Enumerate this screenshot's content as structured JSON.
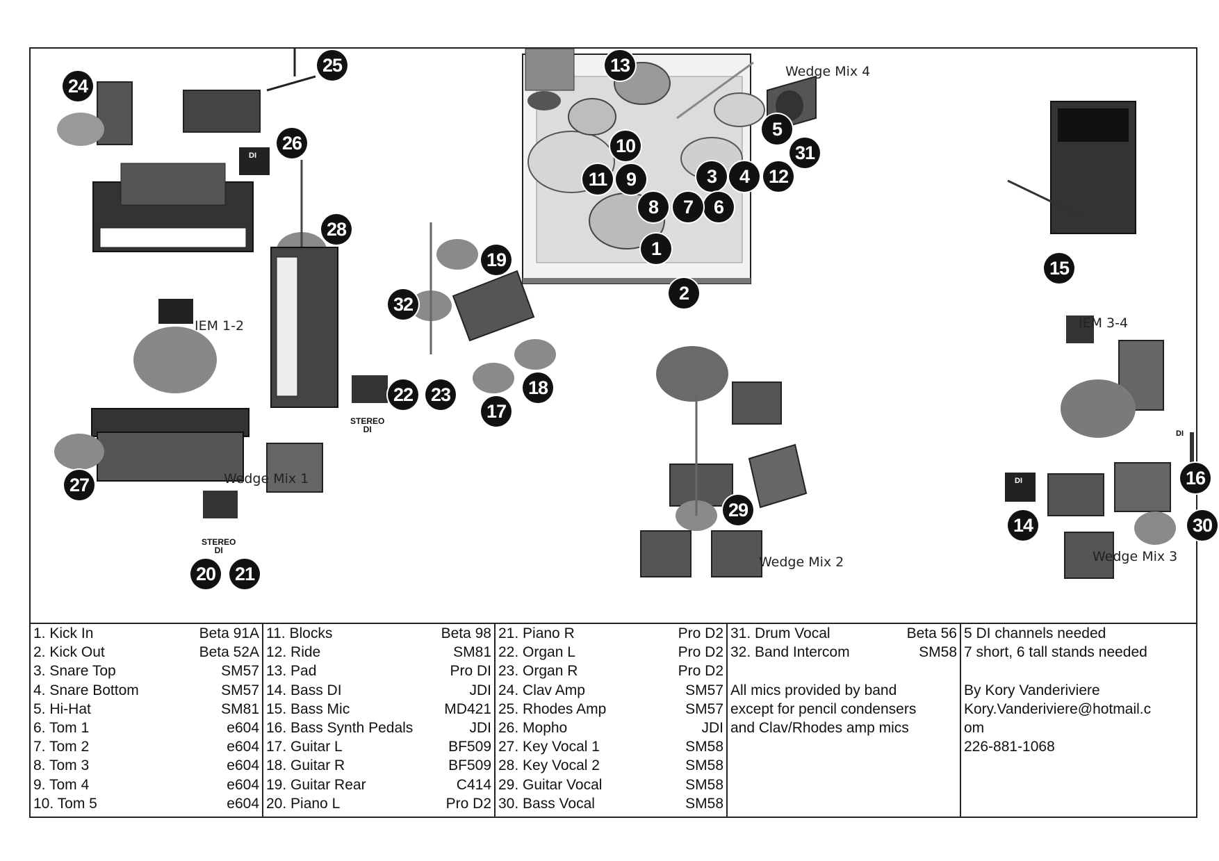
{
  "stage_labels": {
    "wedge_mix_1": "Wedge Mix 1",
    "wedge_mix_2": "Wedge Mix 2",
    "wedge_mix_3": "Wedge Mix 3",
    "wedge_mix_4": "Wedge Mix 4",
    "iem_1_2": "IEM 1-2",
    "iem_3_4": "IEM 3-4",
    "stereo_di_top": "STEREO",
    "stereo_di_bottom": "DI",
    "di_box_text": "DI"
  },
  "badges": [
    "1",
    "2",
    "3",
    "4",
    "5",
    "6",
    "7",
    "8",
    "9",
    "10",
    "11",
    "12",
    "13",
    "14",
    "15",
    "16",
    "17",
    "18",
    "19",
    "20",
    "21",
    "22",
    "23",
    "24",
    "25",
    "26",
    "27",
    "28",
    "29",
    "30",
    "31",
    "32"
  ],
  "legend": {
    "col1": [
      {
        "name": "1. Kick In",
        "mic": "Beta 91A"
      },
      {
        "name": "2. Kick Out",
        "mic": "Beta 52A"
      },
      {
        "name": "3. Snare Top",
        "mic": "SM57"
      },
      {
        "name": "4. Snare Bottom",
        "mic": "SM57"
      },
      {
        "name": "5. Hi-Hat",
        "mic": "SM81"
      },
      {
        "name": "6. Tom 1",
        "mic": "e604"
      },
      {
        "name": "7. Tom 2",
        "mic": "e604"
      },
      {
        "name": "8. Tom 3",
        "mic": "e604"
      },
      {
        "name": "9. Tom 4",
        "mic": "e604"
      },
      {
        "name": "10. Tom 5",
        "mic": "e604"
      }
    ],
    "col2": [
      {
        "name": "11. Blocks",
        "mic": "Beta 98"
      },
      {
        "name": "12. Ride",
        "mic": "SM81"
      },
      {
        "name": "13. Pad",
        "mic": "Pro DI"
      },
      {
        "name": "14. Bass DI",
        "mic": "JDI"
      },
      {
        "name": "15. Bass Mic",
        "mic": "MD421"
      },
      {
        "name": "16. Bass Synth Pedals",
        "mic": "JDI"
      },
      {
        "name": "17. Guitar L",
        "mic": "BF509"
      },
      {
        "name": "18. Guitar R",
        "mic": "BF509"
      },
      {
        "name": "19. Guitar Rear",
        "mic": "C414"
      },
      {
        "name": "20. Piano L",
        "mic": "Pro D2"
      }
    ],
    "col3": [
      {
        "name": "21. Piano R",
        "mic": "Pro D2"
      },
      {
        "name": "22. Organ L",
        "mic": "Pro D2"
      },
      {
        "name": "23. Organ R",
        "mic": "Pro D2"
      },
      {
        "name": "24. Clav Amp",
        "mic": "SM57"
      },
      {
        "name": "25. Rhodes Amp",
        "mic": "SM57"
      },
      {
        "name": "26. Mopho",
        "mic": "JDI"
      },
      {
        "name": "27. Key Vocal 1",
        "mic": "SM58"
      },
      {
        "name": "28. Key Vocal 2",
        "mic": "SM58"
      },
      {
        "name": "29. Guitar Vocal",
        "mic": "SM58"
      },
      {
        "name": "30. Bass Vocal",
        "mic": "SM58"
      }
    ],
    "col4": [
      {
        "name": "31. Drum Vocal",
        "mic": "Beta 56"
      },
      {
        "name": "32. Band Intercom",
        "mic": "SM58"
      }
    ],
    "col4_notes": [
      "All mics provided by band",
      "except for pencil condensers",
      "and Clav/Rhodes amp mics"
    ],
    "col5_notes": [
      "5 DI channels needed",
      "7 short, 6 tall stands needed"
    ],
    "col5_contact": [
      "By Kory Vanderiviere",
      "Kory.Vanderiviere@hotmail.c",
      "om",
      "226-881-1068"
    ]
  }
}
